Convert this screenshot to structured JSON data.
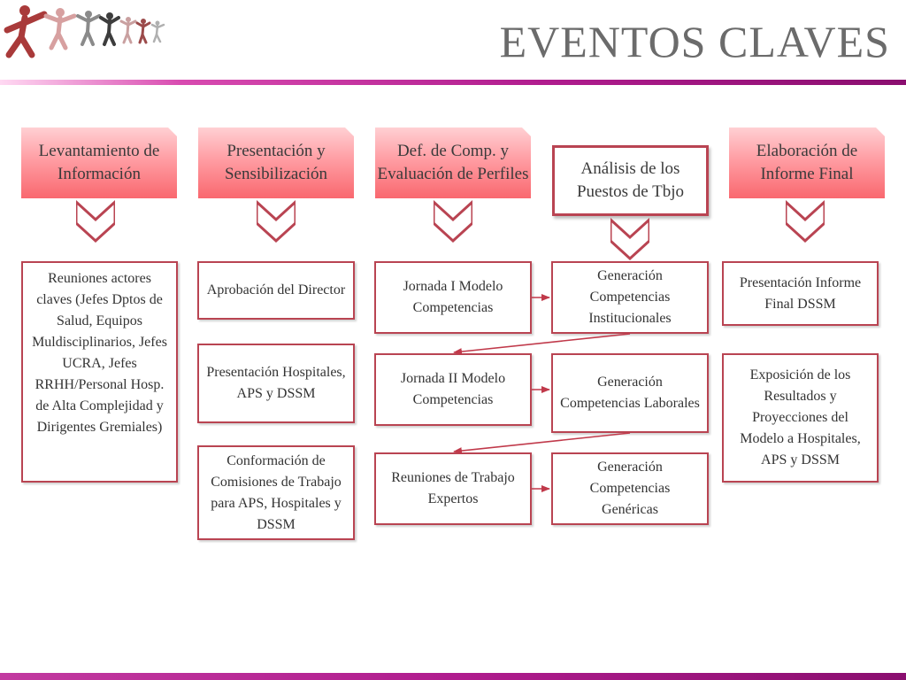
{
  "title": "EVENTOS CLAVES",
  "colors": {
    "accent": "#b94452",
    "header_fill": "#ff9da3",
    "bar": "#b01c8e",
    "title": "#6b6b6b"
  },
  "columns": [
    {
      "header": "Levantamiento de Información",
      "style": "pink",
      "boxes": [
        "Reuniones actores claves (Jefes Dptos de Salud, Equipos Muldisciplinarios, Jefes UCRA, Jefes RRHH/Personal Hosp. de Alta Complejidad y Dirigentes Gremiales)"
      ]
    },
    {
      "header": "Presentación y Sensibilización",
      "style": "pink",
      "boxes": [
        "Aprobación del Director",
        "Presentación Hospitales, APS y DSSM",
        "Conformación de Comisiones de Trabajo para APS, Hospitales y DSSM"
      ]
    },
    {
      "header": "Def. de Comp. y Evaluación de Perfiles",
      "style": "pink",
      "boxes": [
        "Jornada I Modelo Competencias",
        "Jornada II Modelo Competencias",
        "Reuniones de Trabajo Expertos"
      ]
    },
    {
      "header": "Análisis de los Puestos de Tbjo",
      "style": "white",
      "boxes": [
        "Generación Competencias Institucionales",
        "Generación Competencias Laborales",
        "Generación Competencias Genéricas"
      ]
    },
    {
      "header": "Elaboración de Informe Final",
      "style": "pink",
      "boxes": [
        "Presentación Informe Final DSSM",
        "Exposición de los Resultados y Proyecciones del Modelo a Hospitales, APS y DSSM"
      ]
    }
  ]
}
